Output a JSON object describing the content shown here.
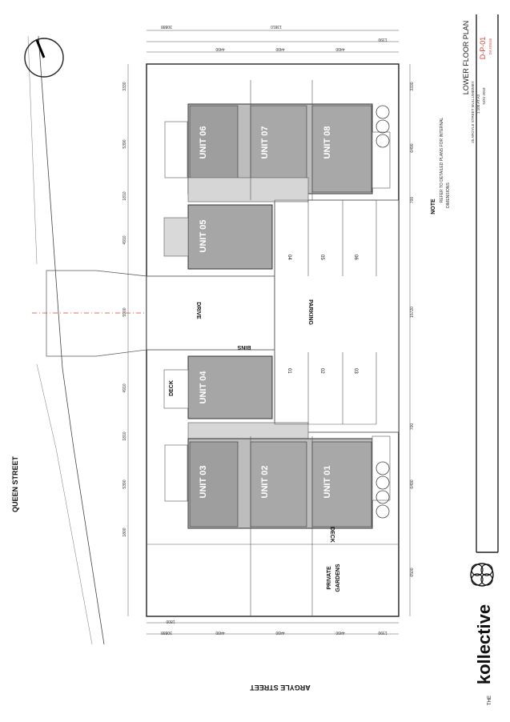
{
  "title_block": {
    "drawing_title": "LOWER FLOOR PLAN",
    "drawing_number": "D-P-01",
    "revision": "DA ISSUE",
    "project_address": "25 ARGYLE STREET MULLUMBIMBY",
    "scale": "1:100 AT A3",
    "date": "NOV 2018",
    "note_heading": "NOTE",
    "note_line_1": "REFER TO DETAILED PLANS FOR INTERNAL",
    "note_line_2": "DIMENSIONS",
    "logo_prefix": "THE",
    "logo_text": "kollective",
    "accent_color": "#d9413a"
  },
  "streets": {
    "queen": "QUEEN STREET",
    "argyle": "ARGYLE STREET"
  },
  "areas": {
    "drive": "DRIVE",
    "parking": "PARKING",
    "bins": "BINS",
    "deck_top": "DECK",
    "deck_bottom": "DECK",
    "private_gardens_1": "PRIVATE",
    "private_gardens_2": "GARDENS"
  },
  "units": {
    "u01": "UNIT 01",
    "u02": "UNIT 02",
    "u03": "UNIT 03",
    "u04": "UNIT 04",
    "u05": "UNIT 05",
    "u06": "UNIT 06",
    "u07": "UNIT 07",
    "u08": "UNIT 08"
  },
  "parking_bays": [
    "01",
    "02",
    "03",
    "04",
    "05",
    "06"
  ],
  "dimensions": {
    "top": [
      "30888",
      "13810",
      "1390",
      "4490",
      "4490",
      "4490"
    ],
    "bottom": [
      "30888",
      "1800",
      "4490",
      "4490",
      "4490",
      "1390"
    ],
    "left": [
      "3330",
      "5390",
      "1810",
      "4910",
      "5900",
      "4910",
      "1810",
      "5390",
      "1800"
    ],
    "right": [
      "3330",
      "6490",
      "700",
      "15720",
      "700",
      "6490",
      "6500"
    ]
  }
}
